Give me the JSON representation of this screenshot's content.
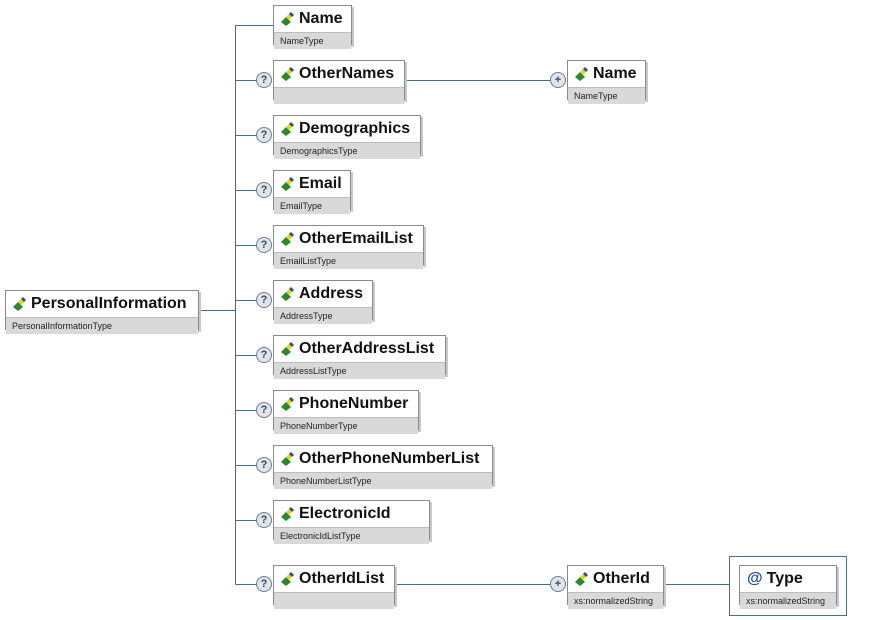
{
  "root": {
    "name": "PersonalInformation",
    "type": "PersonalInformationType"
  },
  "children": [
    {
      "name": "Name",
      "type": "NameType",
      "optional": false
    },
    {
      "name": "OtherNames",
      "type": "",
      "optional": true
    },
    {
      "name": "Demographics",
      "type": "DemographicsType",
      "optional": true
    },
    {
      "name": "Email",
      "type": "EmailType",
      "optional": true
    },
    {
      "name": "OtherEmailList",
      "type": "EmailListType",
      "optional": true
    },
    {
      "name": "Address",
      "type": "AddressType",
      "optional": true
    },
    {
      "name": "OtherAddressList",
      "type": "AddressListType",
      "optional": true
    },
    {
      "name": "PhoneNumber",
      "type": "PhoneNumberType",
      "optional": true
    },
    {
      "name": "OtherPhoneNumberList",
      "type": "PhoneNumberListType",
      "optional": true
    },
    {
      "name": "ElectronicId",
      "type": "ElectronicIdListType",
      "optional": true
    },
    {
      "name": "OtherIdList",
      "type": "",
      "optional": true
    }
  ],
  "nested": {
    "other_names_child": {
      "name": "Name",
      "type": "NameType"
    },
    "other_id_list_child": {
      "name": "OtherId",
      "type": "xs:normalizedString"
    },
    "other_id_attribute": {
      "name": "Type",
      "type": "xs:normalizedString"
    }
  },
  "badges": {
    "optional": "?",
    "repeating": "+",
    "attribute": "@"
  },
  "icons": {
    "element": "element-diamond-icon",
    "attribute": "attribute-at-icon"
  },
  "colors": {
    "connector": "#3f6f8f",
    "diamond_yellow": "#f2d01e",
    "diamond_green": "#2a8a2a",
    "diamond_blue": "#2050a0"
  }
}
